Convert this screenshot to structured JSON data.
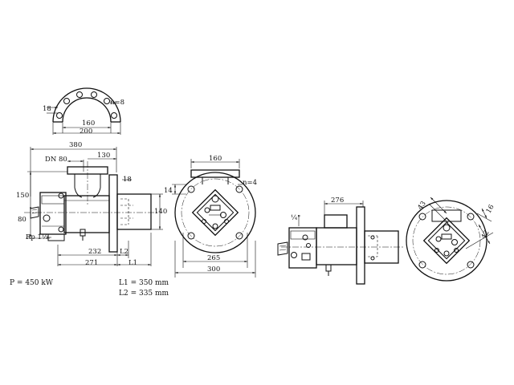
{
  "flange_detail": {
    "d_small": "18",
    "n_bolts": "n=8",
    "d_mid": "160",
    "d_outer": "200"
  },
  "side_view": {
    "overall_length": "380",
    "dn_label": "DN 80",
    "nozzle_width": "130",
    "flange_thickness": "18",
    "height_150": "150",
    "height_80": "80",
    "diam_140": "140",
    "rp_label": "Rp 1½",
    "len_232": "232",
    "len_l2": "L2",
    "len_271": "271",
    "len_l1": "L1"
  },
  "front_view": {
    "nozzle_width": "160",
    "n_bolts": "n=4",
    "d_14": "14",
    "bolt_circle": "265",
    "flange_diameter": "300"
  },
  "side_view_2": {
    "length": "276",
    "thread": "¼\""
  },
  "front_view_2": {
    "angle_43": "43",
    "d_16": "16",
    "angle_42": "42"
  },
  "notes": {
    "power": "P = 450 kW",
    "l1": "L1 = 350 mm",
    "l2": "L2 = 335 mm"
  }
}
